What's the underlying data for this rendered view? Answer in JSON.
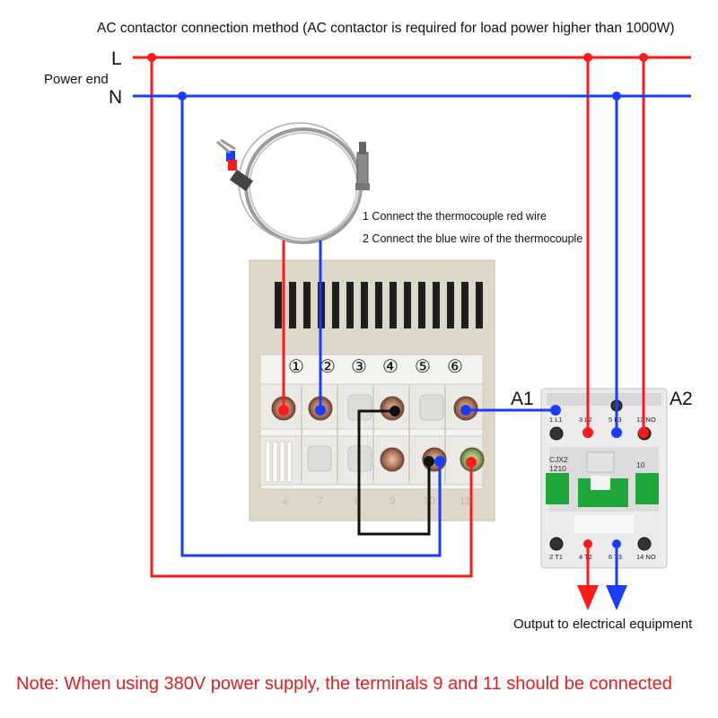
{
  "title": "AC contactor connection method (AC contactor is required for load power higher than 1000W)",
  "power": {
    "live_label": "L",
    "neutral_label": "N",
    "end_label": "Power end"
  },
  "thermocouple_notes": [
    "1 Connect the thermocouple red wire",
    "2 Connect the blue wire of the thermocouple"
  ],
  "controller": {
    "top_terminals": [
      "①",
      "②",
      "③",
      "④",
      "⑤",
      "⑥"
    ],
    "bottom_terminals": [
      "⏚",
      "7",
      "8",
      "9",
      "10",
      "11"
    ]
  },
  "contactor": {
    "a1_label": "A1",
    "a2_label": "A2",
    "model_line1": "CJX2",
    "model_line2": "1210",
    "rating": "10",
    "top_terminals": [
      "1 L1",
      "3 L2",
      "5 L3",
      "13 NO"
    ],
    "bottom_terminals": [
      "2 T1",
      "4 T2",
      "6 T3",
      "14 NO"
    ]
  },
  "output_label": "Output to electrical equipment",
  "note": "Note: When using 380V power supply, the terminals 9 and 11 should be connected",
  "colors": {
    "live_wire": "#ff1a1a",
    "neutral_wire": "#1a3cff",
    "note_text": "#e02020",
    "controller_body": "#ddd8c8",
    "contactor_green": "#1fa83a"
  }
}
